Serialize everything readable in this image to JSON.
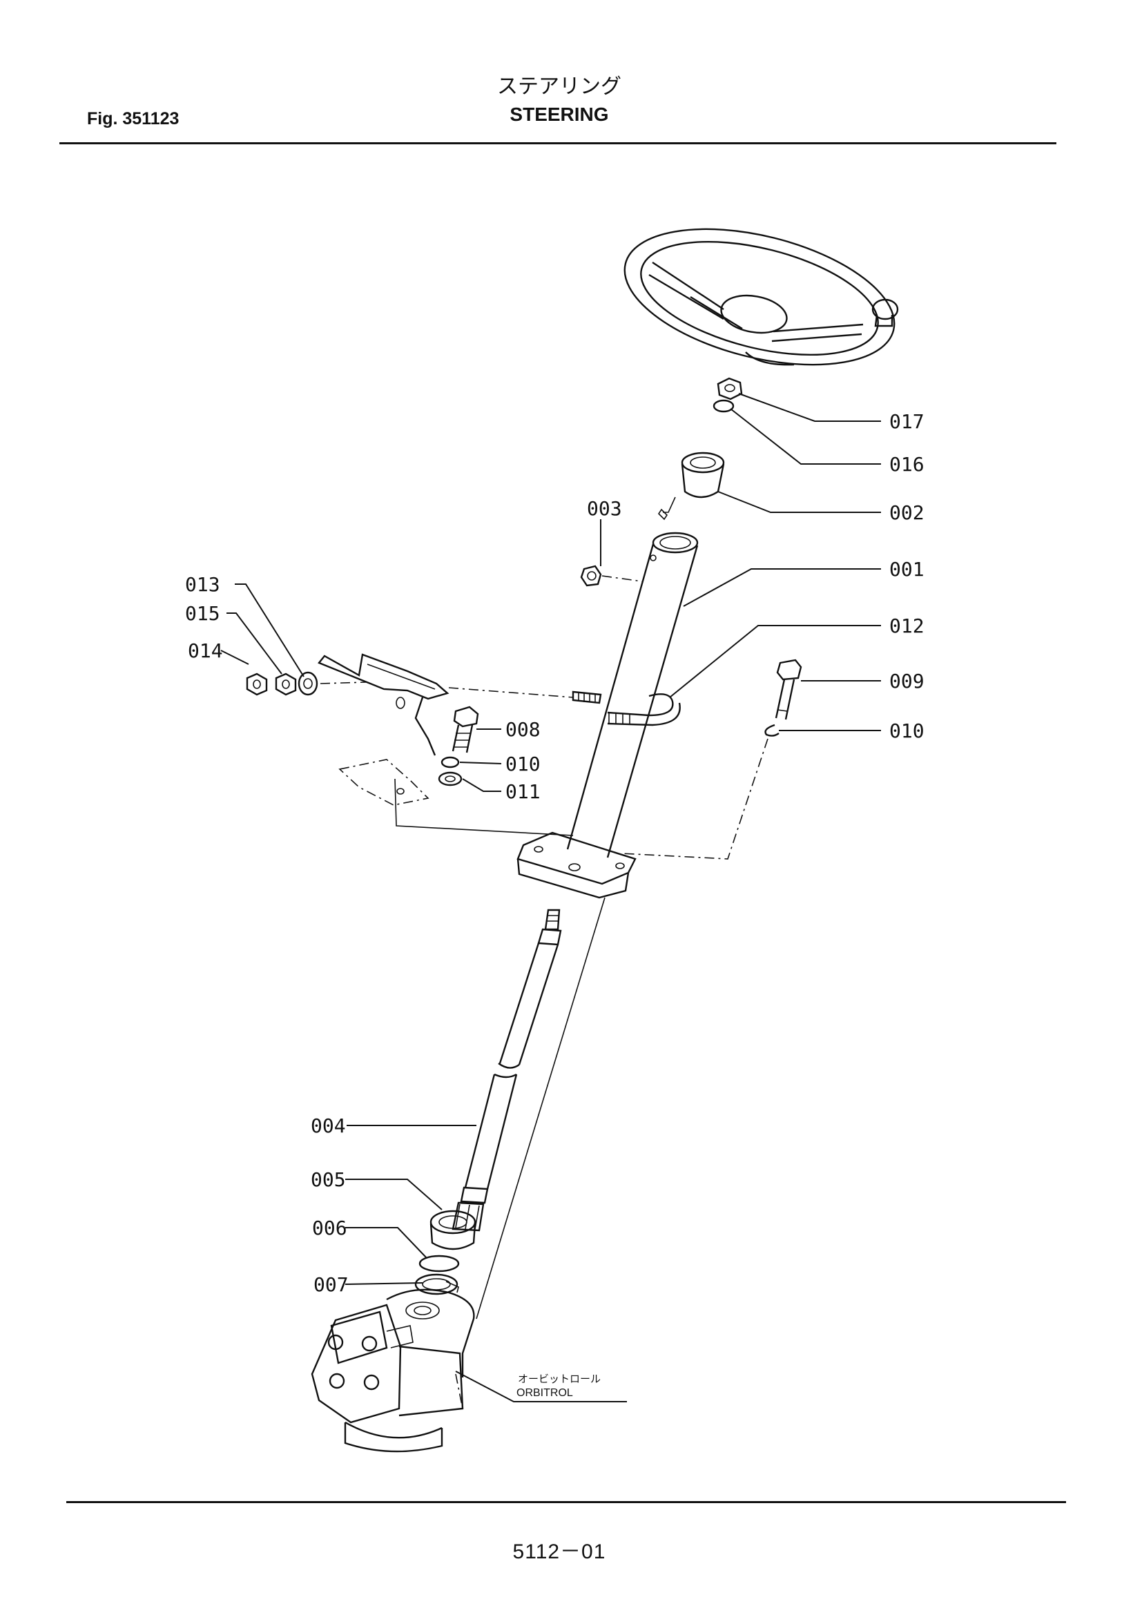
{
  "header": {
    "title_jp": "ステアリング",
    "title_en": "STEERING",
    "fig_label": "Fig. 351123"
  },
  "callouts": {
    "p001": "001",
    "p002": "002",
    "p003": "003",
    "p004": "004",
    "p005": "005",
    "p006": "006",
    "p007": "007",
    "p008": "008",
    "p009": "009",
    "p010a": "010",
    "p010b": "010",
    "p011": "011",
    "p012": "012",
    "p013": "013",
    "p014": "014",
    "p015": "015",
    "p016": "016",
    "p017": "017"
  },
  "orbitrol": {
    "label_jp": "オービットロール",
    "label_en": "ORBITROL"
  },
  "footer": {
    "page_number": "5112－01"
  }
}
